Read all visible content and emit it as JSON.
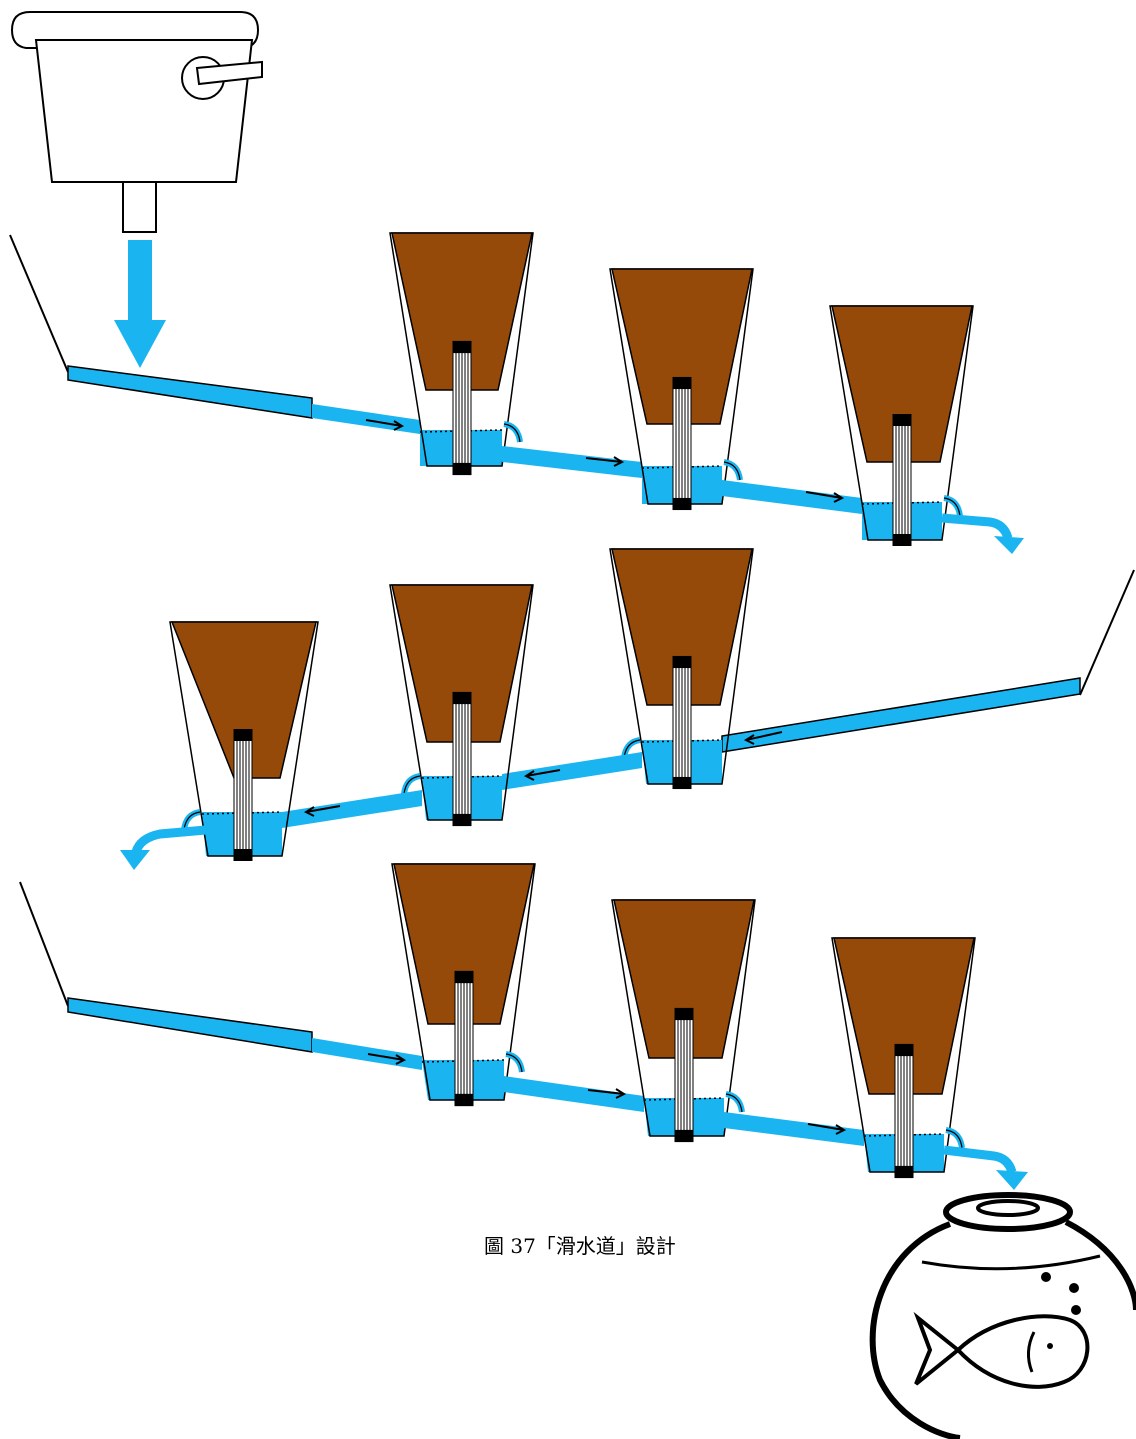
{
  "caption": "圖 37「滑水道」設計",
  "colors": {
    "water": "#1ab4f0",
    "soil": "#964a0a",
    "outline": "#000000",
    "background": "#ffffff"
  },
  "icons": {
    "tank": "water-tank-icon",
    "fishbowl": "fishbowl-icon",
    "fish": "fish-icon"
  },
  "tiers": [
    {
      "name": "tier-1",
      "direction": "right",
      "pots": 3
    },
    {
      "name": "tier-2",
      "direction": "left",
      "pots": 3
    },
    {
      "name": "tier-3",
      "direction": "right",
      "pots": 3
    }
  ]
}
